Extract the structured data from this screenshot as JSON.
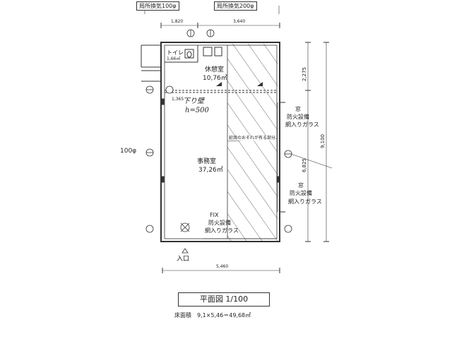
{
  "vents": {
    "top_left": "局所換気100φ",
    "top_right": "局所換気200φ",
    "left": "100φ"
  },
  "dimensions": {
    "top_left": "1,820",
    "top_right": "3,640",
    "right_upper": "2,275",
    "right_lower": "6,825",
    "right_total": "9,100",
    "bottom": "5,460",
    "inner": "1,365"
  },
  "rooms": {
    "toilet": {
      "name": "トイレ",
      "area": "1,66㎡"
    },
    "rest": {
      "name": "休憩室",
      "area": "10,76㎡"
    },
    "office": {
      "name": "事務室",
      "area": "37,26㎡"
    }
  },
  "annotations": {
    "hanging_wall": "下り壁",
    "hanging_height": "h=500",
    "hatched_note": "延焼のおそれが有る部分",
    "window1_title": "窓",
    "window1_line1": "防火設備",
    "window1_line2": "網入りガラス",
    "window2_title": "窓",
    "window2_line1": "防火設備",
    "window2_line2": "網入りガラス",
    "fix_title": "FIX",
    "fix_line1": "防火設備",
    "fix_line2": "網入りガラス",
    "entrance": "入口"
  },
  "title": "平面図 1/100",
  "floor_area": "床面積　9,1×5,46＝49,68㎡"
}
